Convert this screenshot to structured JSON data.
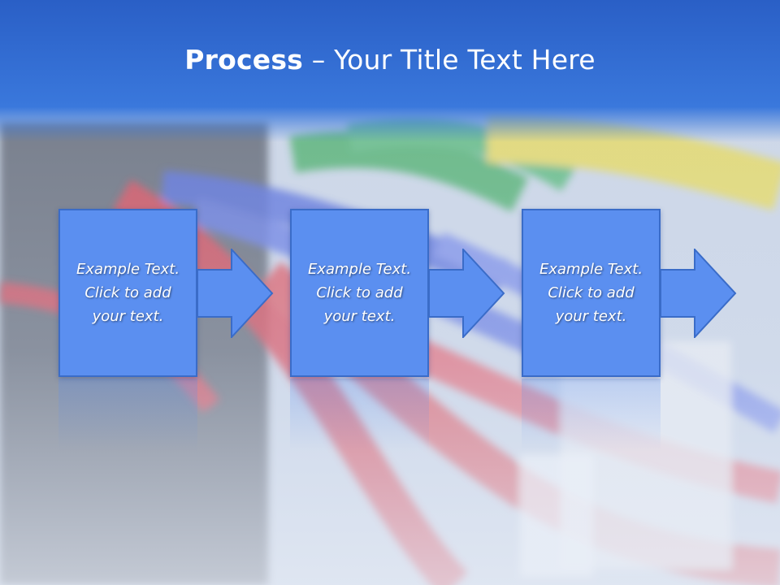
{
  "slide": {
    "title_bold": "Process",
    "title_rest": " – Your Title Text Here",
    "steps": [
      {
        "lines": [
          "Example Text.",
          "Click  to add",
          "your text."
        ]
      },
      {
        "lines": [
          "Example Text.",
          "Click  to add",
          "your text."
        ]
      },
      {
        "lines": [
          "Example Text.",
          "Click  to add",
          "your text."
        ]
      }
    ]
  },
  "colors": {
    "header": "#2a63cc",
    "box_fill": "#5b8ff0",
    "box_border": "#3a6cc8",
    "arrow_fill": "#5b8ff0"
  }
}
